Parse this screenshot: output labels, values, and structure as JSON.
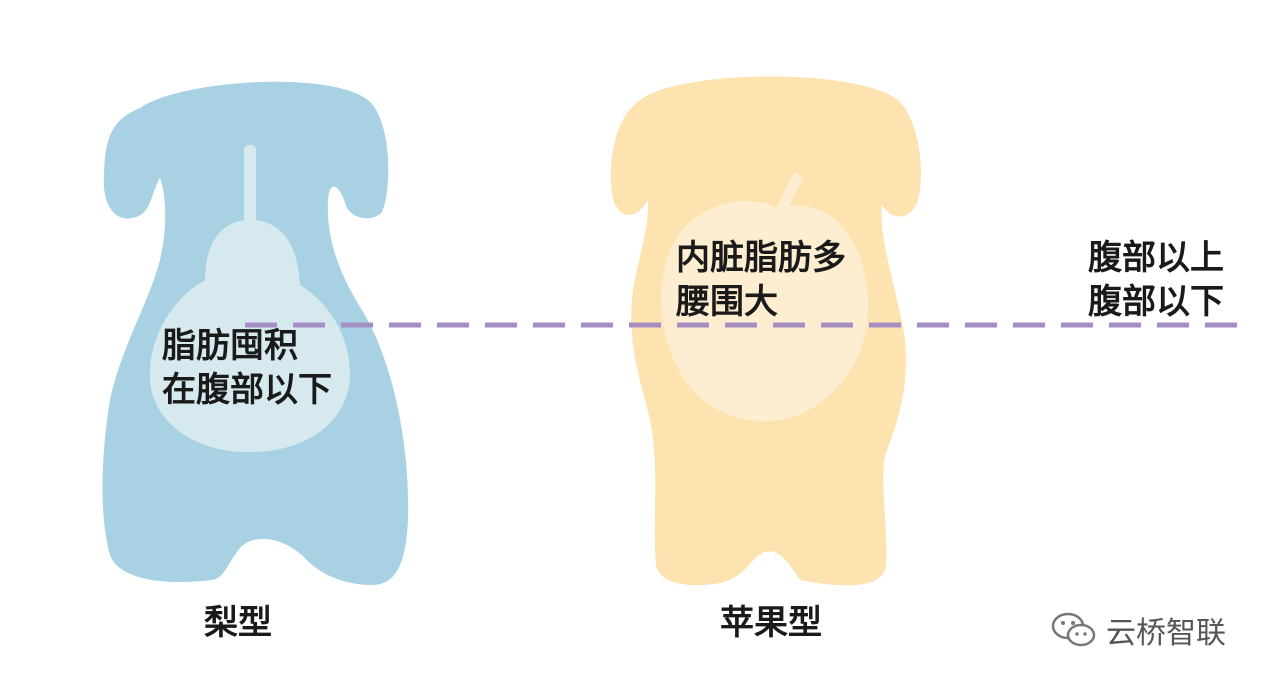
{
  "pear": {
    "note_line1": "脂肪囤积",
    "note_line2": "在腹部以下",
    "caption": "梨型"
  },
  "apple": {
    "note_line1": "内脏脂肪多",
    "note_line2": "腰围大",
    "caption": "苹果型"
  },
  "divider": {
    "above_label": "腹部以上",
    "below_label": "腹部以下"
  },
  "watermark": {
    "text": "云桥智联",
    "icon": "wechat-icon"
  },
  "colors": {
    "pear_body": "#a8d2e4",
    "pear_fruit": "#d6e9ef",
    "apple_body": "#fde3b0",
    "apple_fruit": "#fdeed2",
    "divider": "#a58ec4"
  }
}
